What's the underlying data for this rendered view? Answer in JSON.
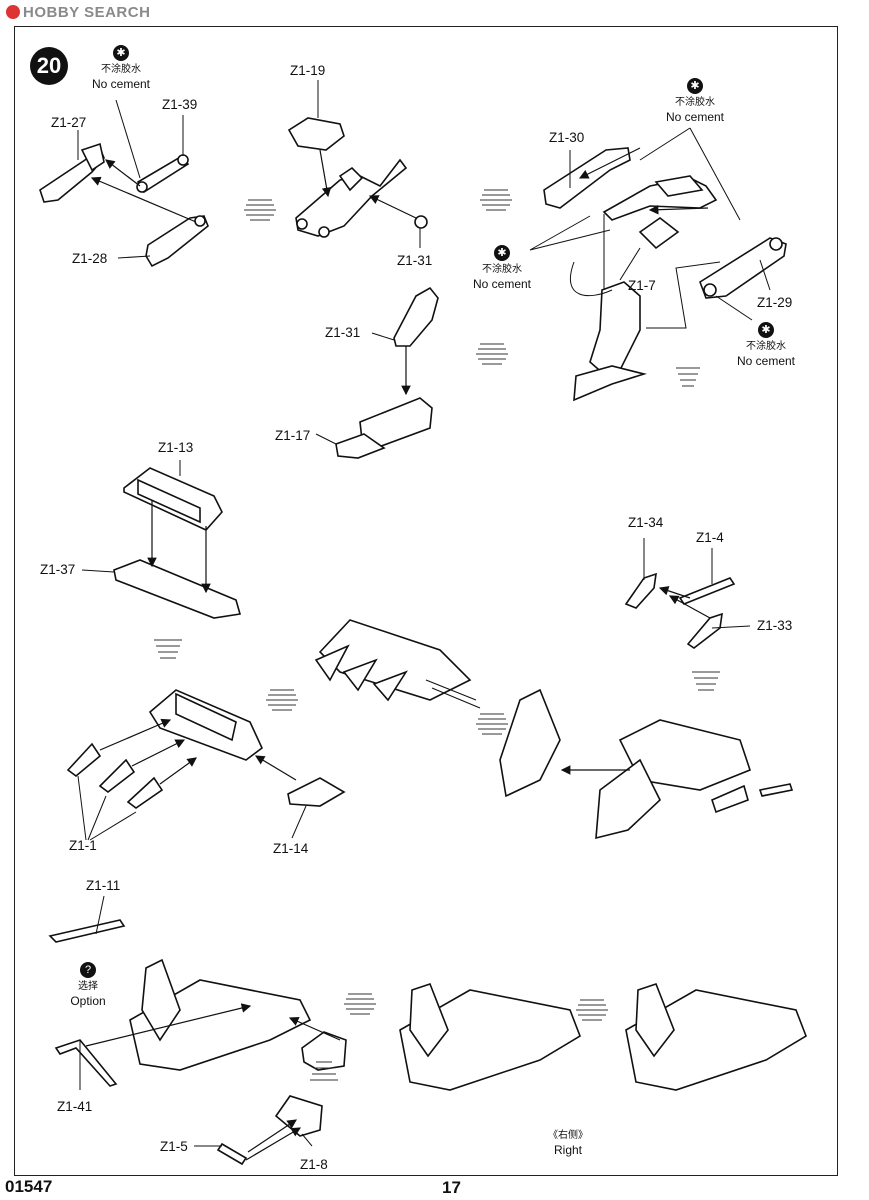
{
  "watermark": "HOBBY SEARCH",
  "step_number": "20",
  "notes": {
    "cn": "不涂胶水",
    "en": "No cement",
    "icon": "no-glue-icon"
  },
  "option_note": {
    "cn": "选择",
    "en": "Option",
    "icon": "question-icon"
  },
  "right_caption": {
    "cn": "《右侧》",
    "en": "Right"
  },
  "labels": {
    "z1_27": "Z1-27",
    "z1_39": "Z1-39",
    "z1_28": "Z1-28",
    "z1_19": "Z1-19",
    "z1_31a": "Z1-31",
    "z1_31b": "Z1-31",
    "z1_17": "Z1-17",
    "z1_30": "Z1-30",
    "z1_7": "Z1-7",
    "z1_29": "Z1-29",
    "z1_13": "Z1-13",
    "z1_37": "Z1-37",
    "z1_1": "Z1-1",
    "z1_14": "Z1-14",
    "z1_34": "Z1-34",
    "z1_4": "Z1-4",
    "z1_33": "Z1-33",
    "z1_11": "Z1-11",
    "z1_41": "Z1-41",
    "z1_5": "Z1-5",
    "z1_8": "Z1-8"
  },
  "footer": {
    "code": "01547",
    "page": "17"
  }
}
